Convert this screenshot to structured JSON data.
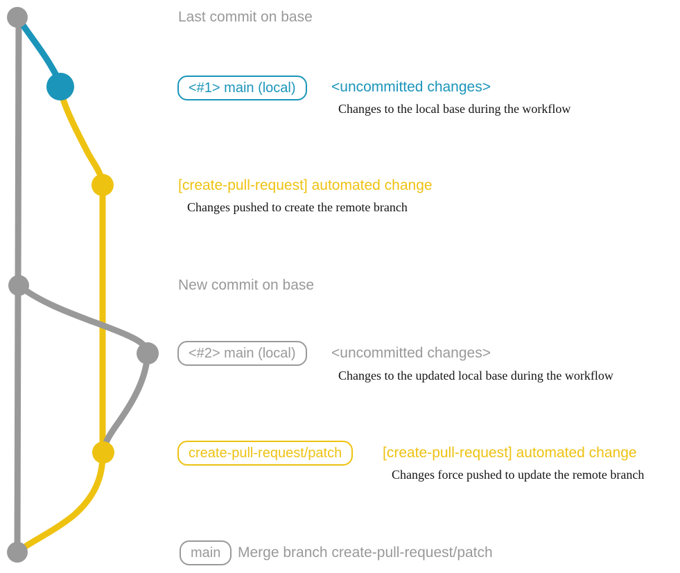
{
  "colors": {
    "gray": "#999999",
    "blue": "#1b95ba",
    "yellow": "#eec211",
    "text-dark": "#141414",
    "background": "#ffffff"
  },
  "annotations": {
    "last_commit_on_base": "Last commit on base",
    "new_commit_on_base": "New commit on base",
    "local1": {
      "badge": "<#1> main (local)",
      "title": "<uncommitted changes>",
      "description": "Changes to the local base during the workflow"
    },
    "push1": {
      "title": "[create-pull-request] automated change",
      "description": "Changes pushed to create the remote branch"
    },
    "local2": {
      "badge": "<#2> main (local)",
      "title": "<uncommitted changes>",
      "description": "Changes to the updated local base during the workflow"
    },
    "push2": {
      "badge": "create-pull-request/patch",
      "title": "[create-pull-request] automated change",
      "description": "Changes force pushed to update the remote branch"
    },
    "merge": {
      "badge": "main",
      "title": "Merge branch create-pull-request/patch"
    }
  },
  "graph": {
    "branches": [
      {
        "name": "base",
        "color": "#999999"
      },
      {
        "name": "main (local)",
        "color": "#1b95ba"
      },
      {
        "name": "create-pull-request/patch",
        "color": "#eec211"
      }
    ],
    "commits": [
      {
        "node": "last-commit-on-base",
        "color": "#999999",
        "label": "Last commit on base"
      },
      {
        "node": "local-change-1",
        "color": "#1b95ba",
        "label": "<#1> main (local) <uncommitted changes>"
      },
      {
        "node": "automated-change-1",
        "color": "#eec211",
        "label": "[create-pull-request] automated change"
      },
      {
        "node": "new-commit-on-base",
        "color": "#999999",
        "label": "New commit on base"
      },
      {
        "node": "local-change-2",
        "color": "#999999",
        "label": "<#2> main (local) <uncommitted changes>"
      },
      {
        "node": "automated-change-2",
        "color": "#eec211",
        "label": "create-pull-request/patch [create-pull-request] automated change"
      },
      {
        "node": "merge-commit",
        "color": "#999999",
        "label": "main Merge branch create-pull-request/patch"
      }
    ]
  }
}
